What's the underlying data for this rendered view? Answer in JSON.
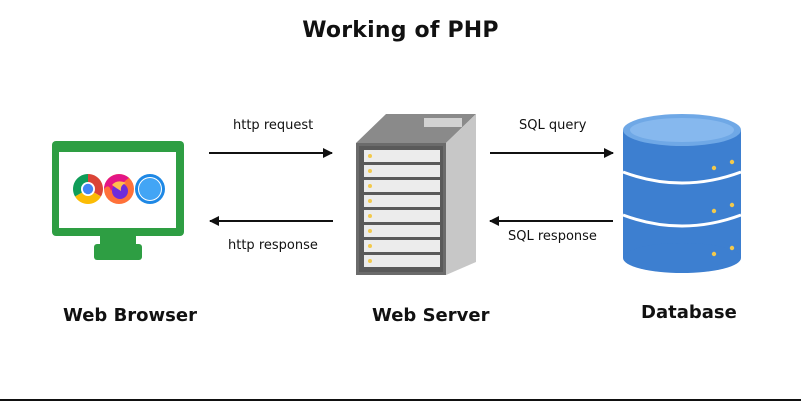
{
  "title": "Working of PHP",
  "nodes": {
    "browser": {
      "label": "Web Browser",
      "icons": [
        "chrome-icon",
        "firefox-icon",
        "safari-icon"
      ]
    },
    "server": {
      "label": "Web Server",
      "icon": "server-tower-icon"
    },
    "database": {
      "label": "Database",
      "icon": "database-cylinder-icon"
    }
  },
  "edges": {
    "http_request": "http request",
    "http_response": "http response",
    "sql_query": "SQL query",
    "sql_response": "SQL response"
  },
  "colors": {
    "monitor": "#2e9e43",
    "server_body": "#d9d9d9",
    "server_dark": "#6b6b6b",
    "database_blue": "#3d7fd0",
    "database_light": "#6fa8e6",
    "database_leds": "#f2c94c",
    "arrow": "#111111"
  }
}
